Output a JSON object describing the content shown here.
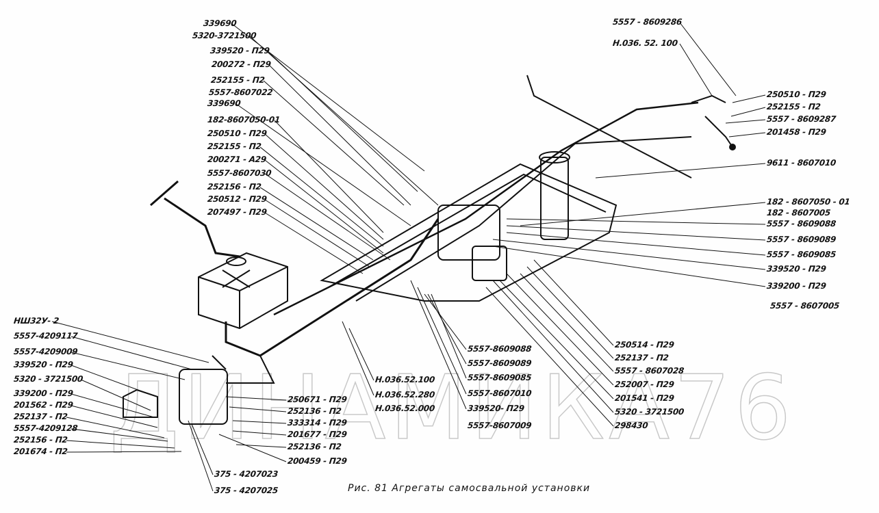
{
  "watermark": "ДИНАМИКА76",
  "caption": "Рис. 81 Агрегаты самосвальной установки",
  "labels": {
    "top_left": [
      "339690",
      "5320-3721500",
      "339520 - П29",
      "200272 - П29",
      "252155 - П2",
      "5557-8607022",
      "339690",
      "182-8607050-01",
      "250510 - П29",
      "252155 - П2",
      "200271 - А29",
      "5557-8607030",
      "252156 - П2",
      "250512 - П29",
      "207497 - П29"
    ],
    "top_right": [
      "5557 - 8609286",
      "Н.036. 52. 100",
      "250510 - П29",
      "252155 - П2",
      "5557 - 8609287",
      "201458 - П29",
      "9611 - 8607010",
      "182 - 8607050 - 01",
      "182 - 8607005",
      "5557 - 8609088",
      "5557 - 8609089",
      "5557 - 8609085",
      "339520 - П29",
      "339200 - П29",
      "5557 - 8607005"
    ],
    "bottom_left": [
      "НШ32У- 2",
      "5557-4209117",
      "5557-4209009",
      "339520 - П29",
      "5320 - 3721500",
      "339200 - П29",
      "201562 - П29",
      "252137 - П2",
      "5557-4209128",
      "252156 - П2",
      "201674 - П2"
    ],
    "pump_right": [
      "250671 - П29",
      "252136 - П2",
      "333314 - П29",
      "201677 - П29",
      "252136 - П2",
      "200459 - П29",
      "375 - 4207023",
      "375 - 4207025"
    ],
    "bottom_mid": [
      "Н.036.52.100",
      "Н.036.52.280",
      "Н.036.52.000",
      "5557-8609088",
      "5557-8609089",
      "5557-8609085",
      "5557-8607010",
      "339520- П29",
      "5557-8607009"
    ],
    "bottom_right": [
      "250514 - П29",
      "252137 - П2",
      "5557 - 8607028",
      "252007 - П29",
      "201541 - П29",
      "5320 - 3721500",
      "298430"
    ]
  }
}
